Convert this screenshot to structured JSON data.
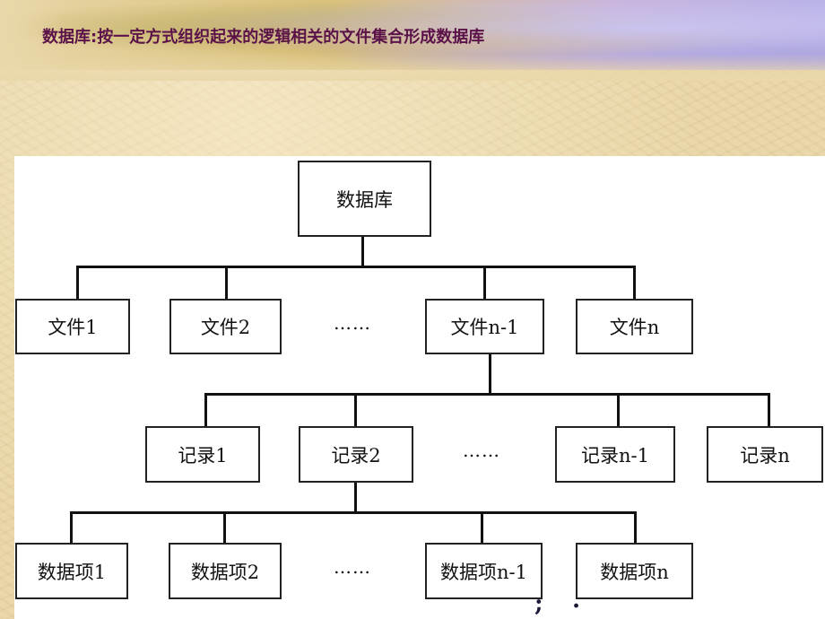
{
  "slide": {
    "title": "数据库:按一定方式组织起来的逻辑相关的文件集合形成数据库"
  },
  "diagram": {
    "root": "数据库",
    "files": [
      "文件1",
      "文件2",
      "……",
      "文件n-1",
      "文件n"
    ],
    "records": [
      "记录1",
      "记录2",
      "……",
      "记录n-1",
      "记录n"
    ],
    "items": [
      "数据项1",
      "数据项2",
      "……",
      "数据项n-1",
      "数据项n"
    ],
    "trailing_marks": [
      ";",
      "."
    ]
  }
}
